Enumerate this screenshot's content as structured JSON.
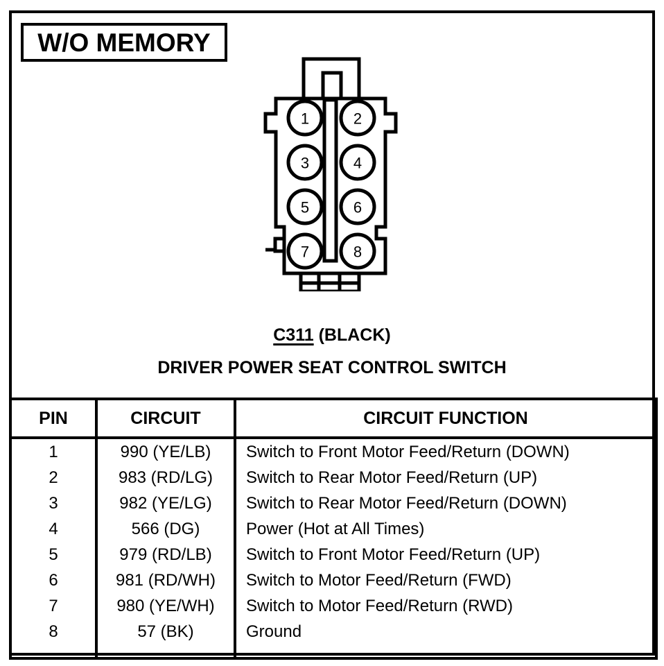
{
  "title": {
    "label": "W/O MEMORY"
  },
  "connector": {
    "pin_labels": [
      "1",
      "2",
      "3",
      "4",
      "5",
      "6",
      "7",
      "8"
    ],
    "caption_code": "C311",
    "caption_color": " (BLACK)",
    "caption_name": "DRIVER POWER SEAT CONTROL SWITCH"
  },
  "table": {
    "headers": {
      "pin": "PIN",
      "circuit": "CIRCUIT",
      "function": "CIRCUIT FUNCTION"
    },
    "rows": [
      {
        "pin": "1",
        "circuit": "990 (YE/LB)",
        "function": "Switch to Front Motor Feed/Return (DOWN)"
      },
      {
        "pin": "2",
        "circuit": "983 (RD/LG)",
        "function": "Switch to Rear Motor Feed/Return (UP)"
      },
      {
        "pin": "3",
        "circuit": "982 (YE/LG)",
        "function": "Switch to Rear Motor Feed/Return (DOWN)"
      },
      {
        "pin": "4",
        "circuit": "566 (DG)",
        "function": "Power (Hot at All Times)"
      },
      {
        "pin": "5",
        "circuit": "979 (RD/LB)",
        "function": "Switch to Front Motor Feed/Return (UP)"
      },
      {
        "pin": "6",
        "circuit": "981 (RD/WH)",
        "function": "Switch to Motor Feed/Return (FWD)"
      },
      {
        "pin": "7",
        "circuit": "980 (YE/WH)",
        "function": "Switch to Motor Feed/Return (RWD)"
      },
      {
        "pin": "8",
        "circuit": "57 (BK)",
        "function": "Ground"
      }
    ]
  },
  "colors": {
    "ink": "#000000",
    "paper": "#ffffff"
  }
}
